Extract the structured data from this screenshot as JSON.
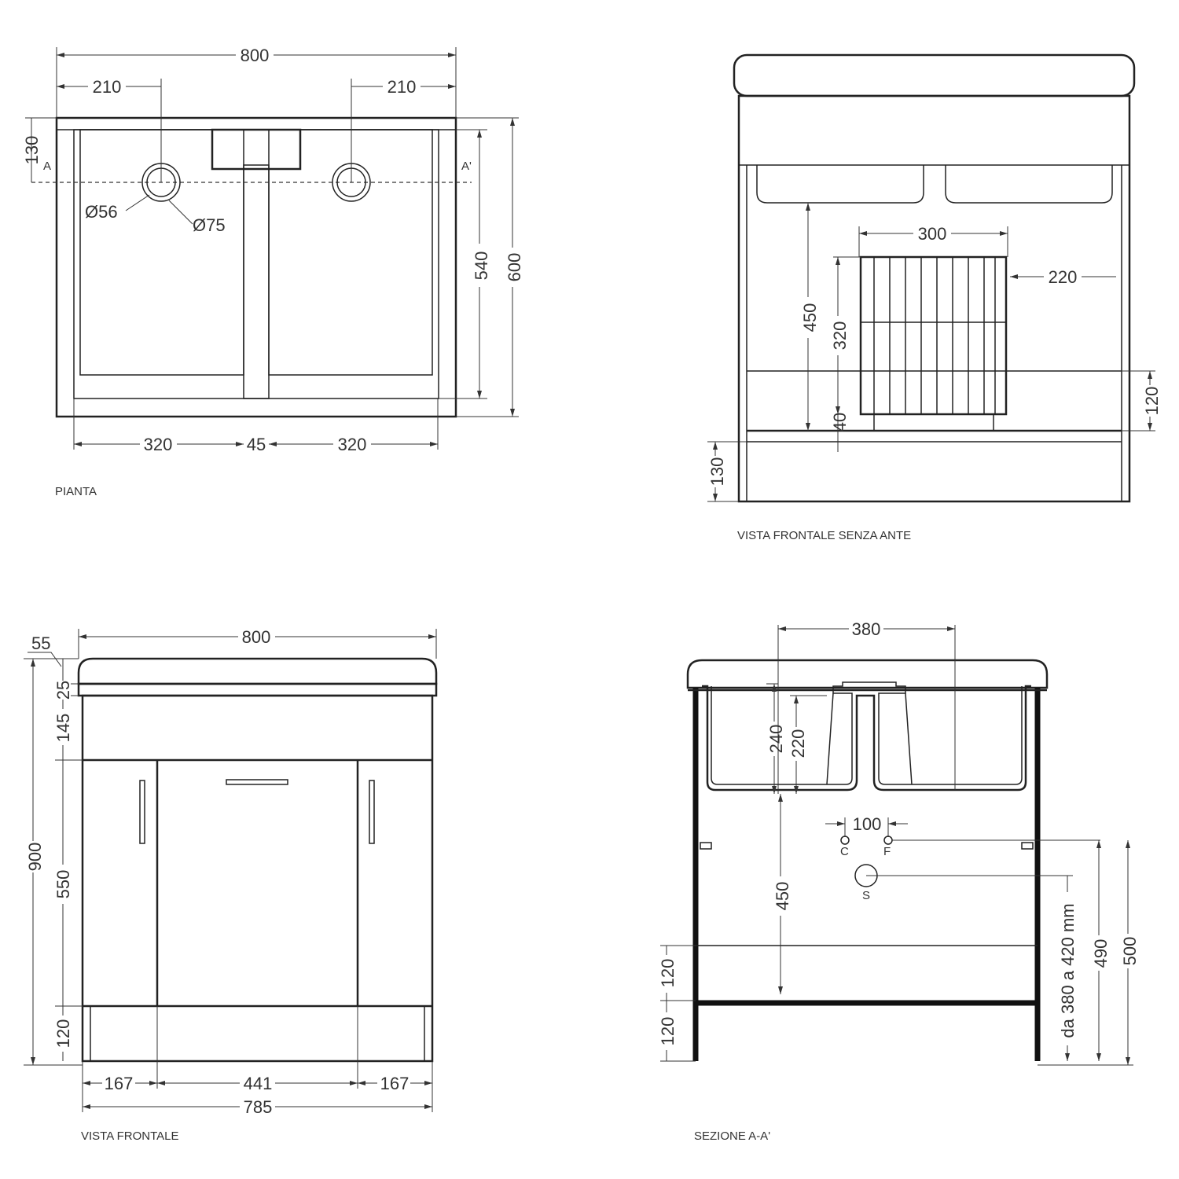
{
  "views": {
    "plan": {
      "caption": "PIANTA",
      "dims": [
        "800",
        "210",
        "210",
        "130",
        "540",
        "600",
        "320",
        "45",
        "320"
      ],
      "diam_small": "Ø56",
      "diam_large": "Ø75",
      "section_a": "A",
      "section_a2": "A'"
    },
    "front_no_doors": {
      "caption": "VISTA FRONTALE SENZA ANTE",
      "dims": [
        "300",
        "220",
        "450",
        "320",
        "40",
        "120",
        "130"
      ]
    },
    "front": {
      "caption": "VISTA FRONTALE",
      "dims": [
        "800",
        "55",
        "25",
        "145",
        "900",
        "550",
        "120",
        "167",
        "441",
        "167",
        "785"
      ]
    },
    "section": {
      "caption": "SEZIONE A-A'",
      "dims": [
        "380",
        "240",
        "220",
        "100",
        "450",
        "120",
        "120",
        "da 380 a 420 mm",
        "490",
        "500"
      ],
      "cold": "C",
      "hot": "F",
      "drain": "S"
    }
  }
}
